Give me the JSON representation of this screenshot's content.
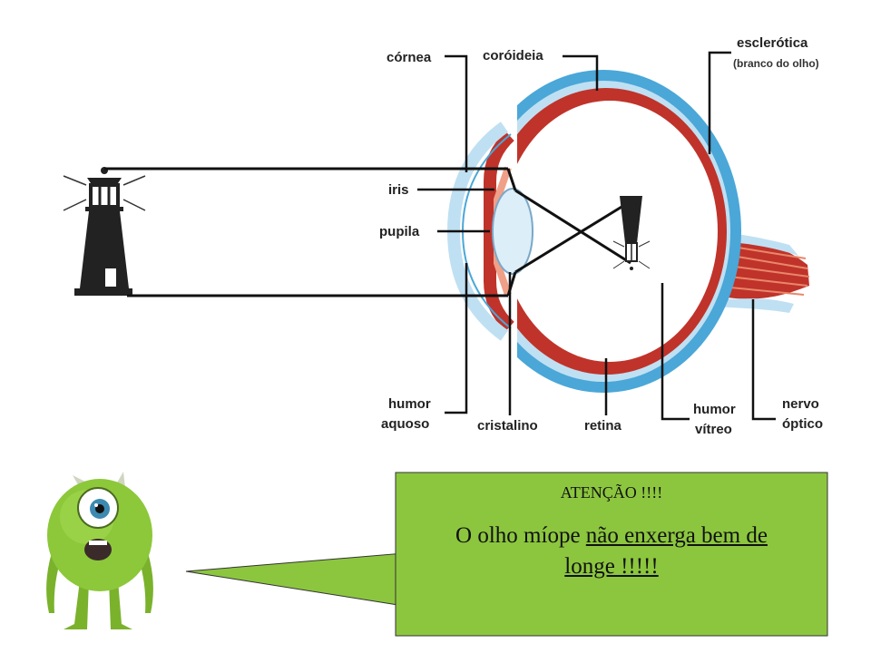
{
  "labels": {
    "cornea": "córnea",
    "coroideia": "coróideia",
    "esclerotica": "esclerótica",
    "esclerotica_note": "(branco do olho)",
    "iris": "iris",
    "pupila": "pupila",
    "humor_aquoso_1": "humor",
    "humor_aquoso_2": "aquoso",
    "cristalino": "cristalino",
    "retina": "retina",
    "humor_vitreo_1": "humor",
    "humor_vitreo_2": "vítreo",
    "nervo_optico_1": "nervo",
    "nervo_optico_2": "óptico"
  },
  "callout": {
    "title": "ATENÇÃO !!!!",
    "message_plain": "O olho míope ",
    "message_underlined_1": "não enxerga bem de",
    "message_underlined_2": "longe !!!!!"
  },
  "colors": {
    "sclera": "#4aa7d8",
    "sclera_light": "#bfe0f2",
    "choroid": "#c0332a",
    "callout_fill": "#8cc63f",
    "monster_green": "#8cc83a",
    "lighthouse": "#222222"
  }
}
